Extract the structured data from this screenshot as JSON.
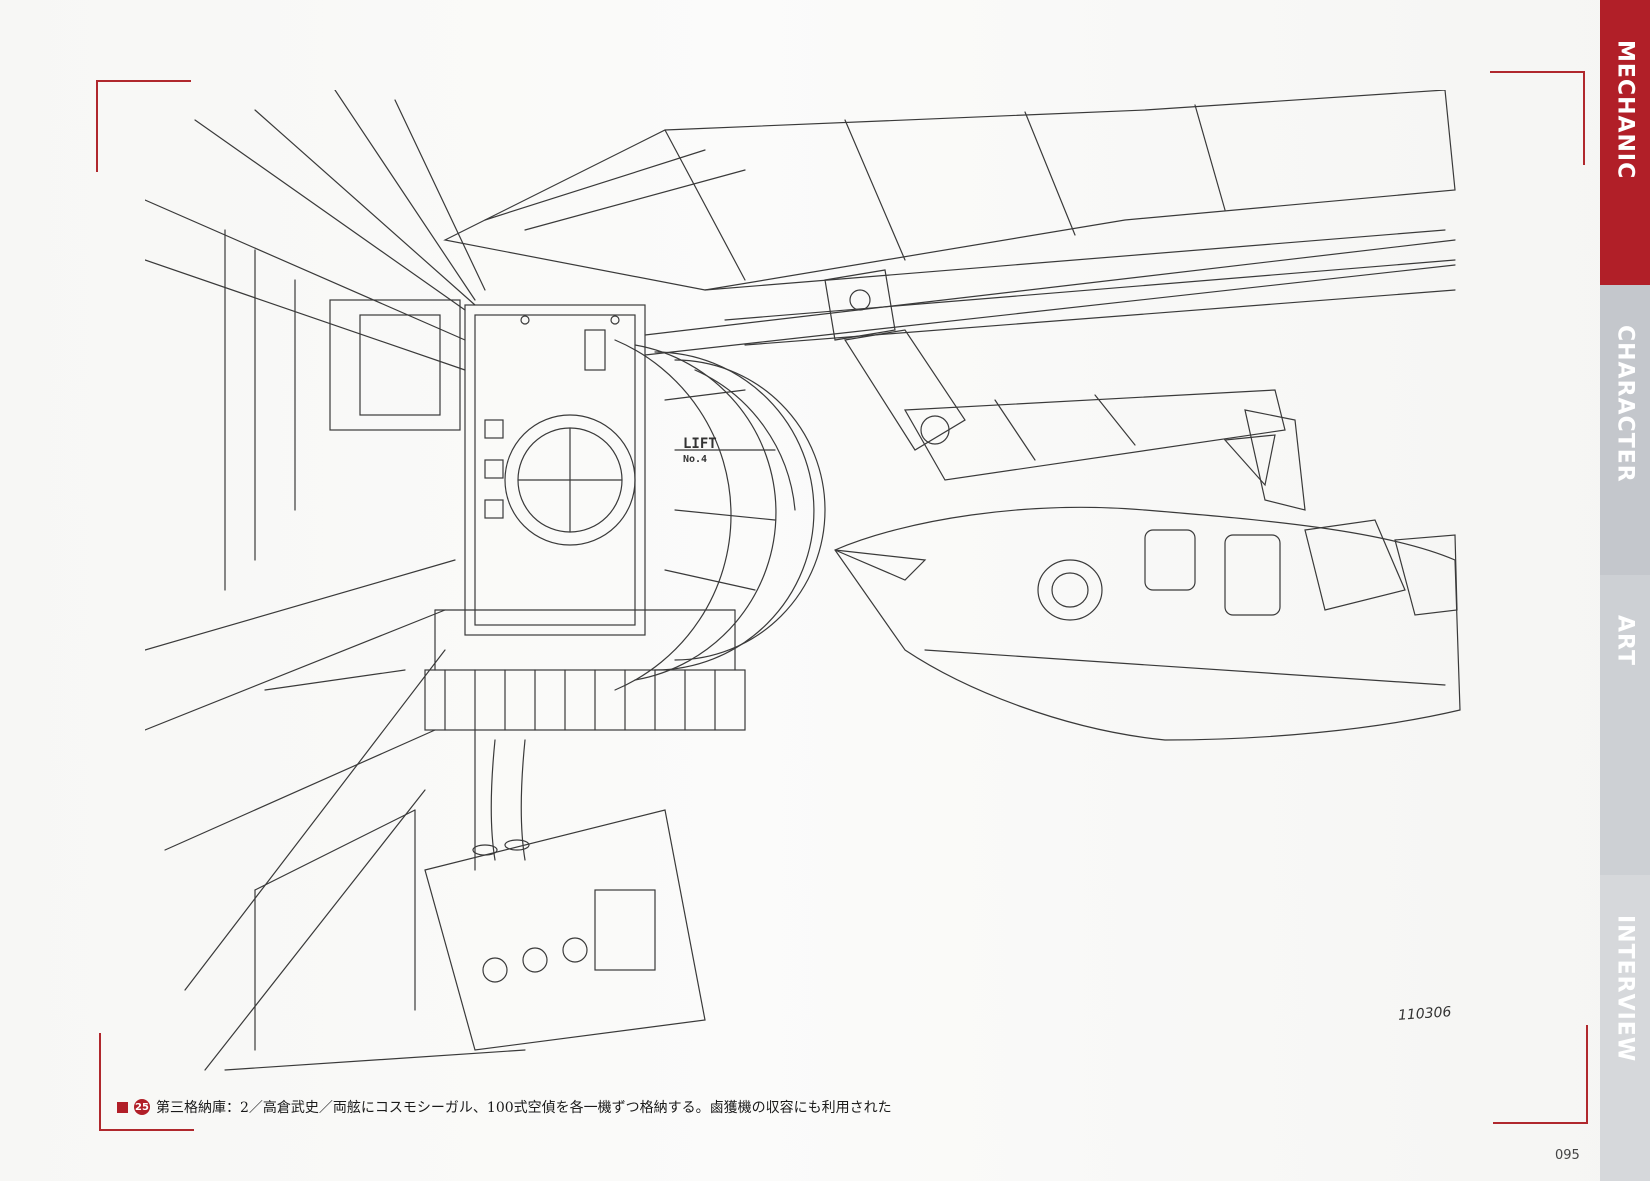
{
  "side_tabs": [
    {
      "label": "MECHANIC",
      "active": true
    },
    {
      "label": "CHARACTER",
      "active": false
    },
    {
      "label": "ART",
      "active": false
    },
    {
      "label": "INTERVIEW",
      "active": false
    }
  ],
  "figure": {
    "number": "25",
    "caption": "第三格納庫：2／高倉武史／両舷にコスモシーガル、100式空偵を各一機ずつ格納する。鹵獲機の収容にも利用された",
    "sketch_date_note": "110306",
    "hatch_label_1": "LIFT",
    "hatch_label_2": "No.4"
  },
  "page_number": "095",
  "colors": {
    "accent": "#b11f28",
    "tab_inactive": "#c4c7cc",
    "paper": "#f7f7f5"
  }
}
